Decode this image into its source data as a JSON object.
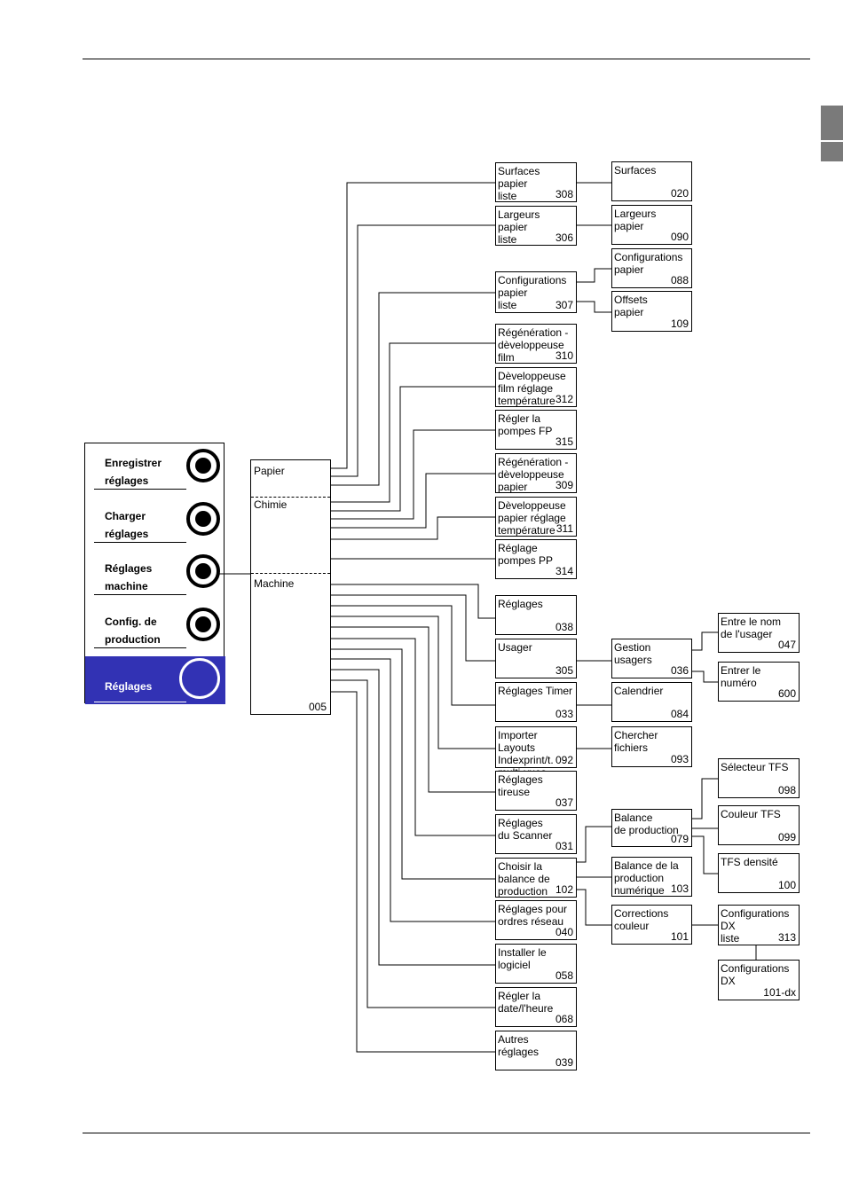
{
  "side_panel": {
    "buttons": [
      {
        "label": "Enregistrer\nréglages",
        "active": false
      },
      {
        "label": "Charger\nréglages",
        "active": false
      },
      {
        "label": "Réglages\nmachine",
        "active": false
      },
      {
        "label": "Config. de\nproduction",
        "active": false
      },
      {
        "label": "Réglages",
        "active": true
      }
    ]
  },
  "main_menu": {
    "sections": [
      "Papier",
      "Chimie",
      "Machine"
    ],
    "number": "005"
  },
  "nodes": [
    {
      "text": "Surfaces\npapier\nliste",
      "num": "308"
    },
    {
      "text": "Largeurs\npapier\nliste",
      "num": "306"
    },
    {
      "text": "Configurations\npapier\nliste",
      "num": "307"
    },
    {
      "text": "Régénération -\ndèveloppeuse\nfilm",
      "num": "310"
    },
    {
      "text": "Dèveloppeuse\nfilm réglage\ntempérature",
      "num": "312"
    },
    {
      "text": "Régler la\npompes FP",
      "num": "315"
    },
    {
      "text": "Régénération -\ndèveloppeuse\npapier",
      "num": "309"
    },
    {
      "text": "Dèveloppeuse\npapier réglage\ntempérature",
      "num": "311"
    },
    {
      "text": "Réglage\npompes PP",
      "num": "314"
    },
    {
      "text": "Réglages",
      "num": "038"
    },
    {
      "text": "Usager",
      "num": "305"
    },
    {
      "text": "Réglages Timer",
      "num": "033"
    },
    {
      "text": "Importer Layouts\nIndexprint/t.\nmulti-vues",
      "num": "092"
    },
    {
      "text": "Réglages\ntireuse",
      "num": "037"
    },
    {
      "text": "Réglages\ndu Scanner",
      "num": "031"
    },
    {
      "text": "Choisir la\nbalance de\nproduction",
      "num": "102"
    },
    {
      "text": "Réglages pour\nordres réseau",
      "num": "040"
    },
    {
      "text": "Installer le\nlogiciel",
      "num": "058"
    },
    {
      "text": "Régler la\ndate/l'heure",
      "num": "068"
    },
    {
      "text": "Autres\nréglages",
      "num": "039"
    },
    {
      "text": "Surfaces",
      "num": "020"
    },
    {
      "text": "Largeurs\npapier",
      "num": "090"
    },
    {
      "text": "Configurations\npapier",
      "num": "088"
    },
    {
      "text": "Offsets\npapier",
      "num": "109"
    },
    {
      "text": "Gestion\nusagers",
      "num": "036"
    },
    {
      "text": "Calendrier",
      "num": "084"
    },
    {
      "text": "Chercher\nfichiers",
      "num": "093"
    },
    {
      "text": "Balance\nde production",
      "num": "079"
    },
    {
      "text": "Balance de la\nproduction\nnumérique",
      "num": "103"
    },
    {
      "text": "Corrections\ncouleur",
      "num": "101"
    },
    {
      "text": "Entre le nom\nde l'usager",
      "num": "047"
    },
    {
      "text": "Entrer le\nnuméro",
      "num": "600"
    },
    {
      "text": "Sélecteur TFS",
      "num": "098"
    },
    {
      "text": "Couleur TFS",
      "num": "099"
    },
    {
      "text": "TFS densité",
      "num": "100"
    },
    {
      "text": "Configurations\nDX\nliste",
      "num": "313"
    },
    {
      "text": "Configurations\nDX",
      "num": "101-dx"
    }
  ]
}
